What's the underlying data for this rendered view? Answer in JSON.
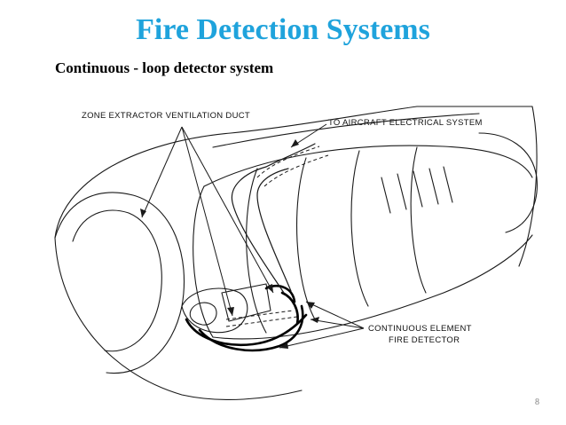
{
  "slide": {
    "title": "Fire Detection Systems",
    "subtitle": "Continuous - loop detector system",
    "page_number": "8"
  },
  "diagram": {
    "labels": {
      "zone_duct": "ZONE EXTRACTOR VENTILATION DUCT",
      "aircraft_electrical": "TO AIRCRAFT ELECTRICAL SYSTEM",
      "element_line1": "CONTINUOUS ELEMENT",
      "element_line2": "FIRE DETECTOR"
    }
  }
}
